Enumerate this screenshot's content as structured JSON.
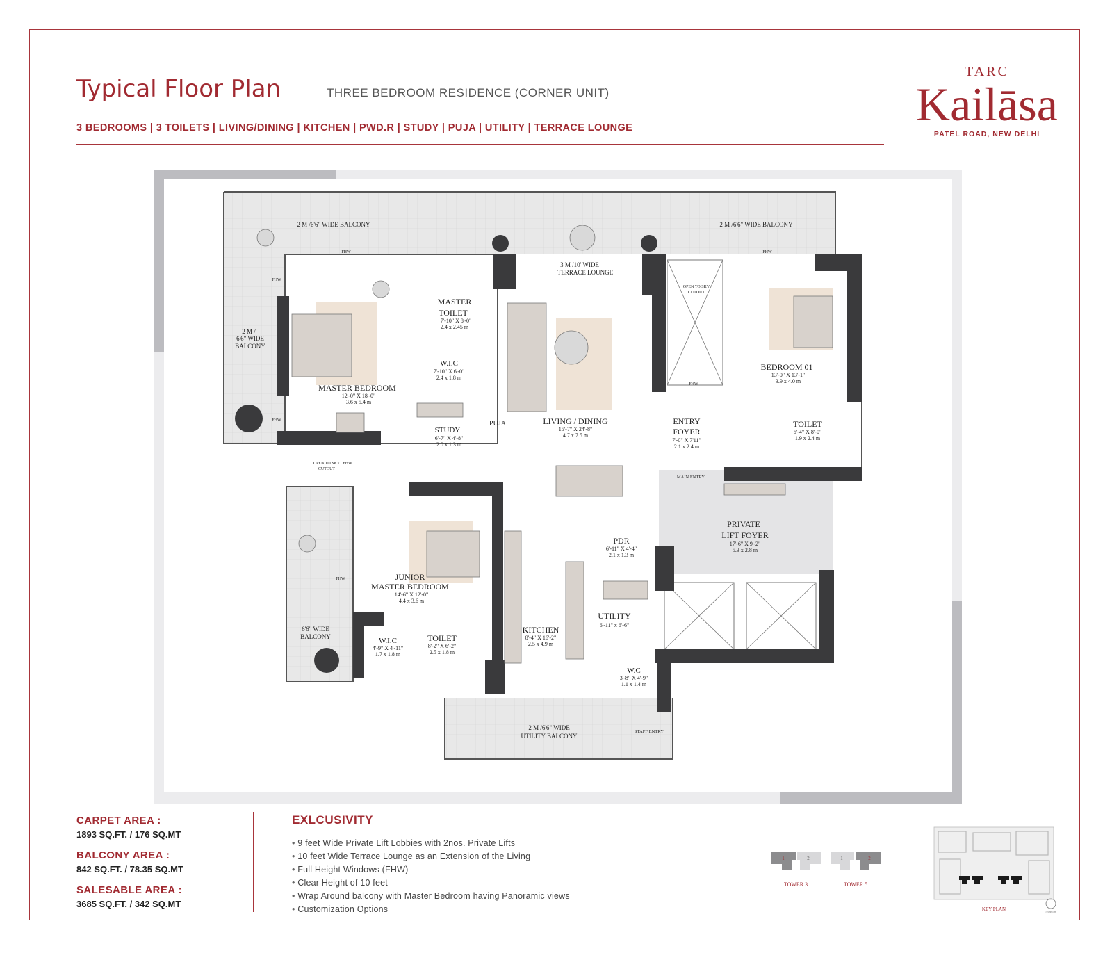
{
  "header": {
    "title": "Typical Floor Plan",
    "subtitle": "THREE BEDROOM RESIDENCE (CORNER UNIT)",
    "features": "3 BEDROOMS | 3 TOILETS | LIVING/DINING | KITCHEN | PWD.R | STUDY | PUJA | UTILITY | TERRACE LOUNGE"
  },
  "brand": {
    "top": "TARC",
    "name": "Kailāsa",
    "location": "PATEL ROAD, NEW DELHI"
  },
  "rooms": {
    "balcony_top_left": "2 M /6'6\" WIDE BALCONY",
    "balcony_top_right": "2 M /6'6\" WIDE BALCONY",
    "terrace_l1": "3 M /10' WIDE",
    "terrace_l2": "TERRACE LOUNGE",
    "balcony_left_l1": "2 M /",
    "balcony_left_l2": "6'6\" WIDE",
    "balcony_left_l3": "BALCONY",
    "master_toilet_l1": "MASTER",
    "master_toilet_l2": "TOILET",
    "master_toilet_dim": "7'-10\" X 8'-0\"",
    "master_toilet_m": "2.4 x 2.45 m",
    "wic_top": "W.I.C",
    "wic_top_dim": "7'-10\" X 6'-0\"",
    "wic_top_m": "2.4 x 1.8 m",
    "master_bedroom": "MASTER BEDROOM",
    "master_bedroom_dim": "12'-0\" X 18'-0\"",
    "master_bedroom_m": "3.6 x 5.4 m",
    "study": "STUDY",
    "study_dim": "6'-7\" X 4'-8\"",
    "study_m": "2.0 x 1.3 m",
    "puja": "PUJA",
    "living": "LIVING / DINING",
    "living_dim": "15'-7\" X 24'-8\"",
    "living_m": "4.7 x 7.5 m",
    "open_to_sky_1": "OPEN TO SKY",
    "open_to_sky_1b": "CUTOUT",
    "bedroom01": "BEDROOM 01",
    "bedroom01_dim": "13'-0\" X 13'-1\"",
    "bedroom01_m": "3.9 x 4.0 m",
    "entry_l1": "ENTRY",
    "entry_l2": "FOYER",
    "entry_dim": "7'-0\" X 7'11\"",
    "entry_m": "2.1 x 2.4 m",
    "toilet_right": "TOILET",
    "toilet_right_dim": "6'-4\" X 8'-0\"",
    "toilet_right_m": "1.9 x 2.4 m",
    "main_entry": "MAIN ENTRY",
    "open_to_sky_2": "OPEN TO SKY",
    "open_to_sky_2b": "CUTOUT",
    "private_l1": "PRIVATE",
    "private_l2": "LIFT FOYER",
    "private_dim": "17'-6\" X 9'-2\"",
    "private_m": "5.3 x 2.8 m",
    "pdr": "PDR",
    "pdr_dim": "6'-11\" X 4'-4\"",
    "pdr_m": "2.1 x 1.3 m",
    "junior_l1": "JUNIOR",
    "junior_l2": "MASTER BEDROOM",
    "junior_dim": "14'-6\" X 12'-0\"",
    "junior_m": "4.4 x 3.6 m",
    "kitchen": "KITCHEN",
    "kitchen_dim": "8'-4\" X 16'-2\"",
    "kitchen_m": "2.5 x 4.9 m",
    "utility": "UTILITY",
    "utility_dim": "6'-11\" x 6'-6\"",
    "balcony_left2_l1": "6'6\" WIDE",
    "balcony_left2_l2": "BALCONY",
    "wic_bottom": "W.I.C",
    "wic_bottom_dim": "4'-9\" X 4'-11\"",
    "wic_bottom_m": "1.7 x 1.8 m",
    "toilet_bottom": "TOILET",
    "toilet_bottom_dim": "8'-2\" X 6'-2\"",
    "toilet_bottom_m": "2.5 x 1.8 m",
    "wc": "W.C",
    "wc_dim": "3'-8\" X 4'-9\"",
    "wc_m": "1.1 x 1.4 m",
    "utility_balcony_l1": "2 M /6'6\" WIDE",
    "utility_balcony_l2": "UTILITY BALCONY",
    "staff_entry": "STAFF ENTRY",
    "fhw": "FHW"
  },
  "areas": [
    {
      "label": "CARPET AREA :",
      "value": "1893 SQ.FT. / 176 SQ.MT"
    },
    {
      "label": "BALCONY AREA :",
      "value": "842 SQ.FT. / 78.35 SQ.MT"
    },
    {
      "label": "SALESABLE AREA :",
      "value": "3685 SQ.FT. / 342 SQ.MT"
    }
  ],
  "exclusivity": {
    "title": "EXLCUSIVITY",
    "items": [
      "9 feet Wide Private Lift Lobbies with 2nos. Private Lifts",
      "10 feet Wide Terrace Lounge as an Extension of the Living",
      "Full Height Windows (FHW)",
      "Clear Height of 10 feet",
      "Wrap Around balcony with Master Bedroom having Panoramic views",
      "Customization Options"
    ]
  },
  "towers": {
    "tower3": "TOWER 3",
    "tower5": "TOWER 5",
    "n1": "1",
    "n2": "2",
    "n3": "1",
    "n4": "2"
  },
  "keyplan": {
    "label": "KEY PLAN",
    "north": "NORTH"
  },
  "colors": {
    "accent": "#a12a31",
    "wall": "#3a3a3c",
    "floor": "#ffffff",
    "balcony": "#e6e6e6",
    "rug": "#efe3d6"
  }
}
